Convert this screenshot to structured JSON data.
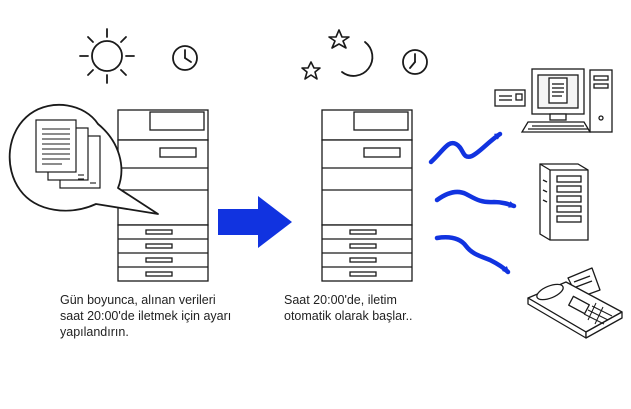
{
  "captions": {
    "left": [
      "Gün boyunca, alınan verileri",
      "saat 20:00'de iletmek için ayarı",
      "yapılandırın."
    ],
    "right": [
      "Saat 20:00'de, iletim",
      "otomatik olarak başlar.."
    ]
  },
  "colors": {
    "line": "#1a1a1a",
    "accent_blue": "#1133e0",
    "white": "#ffffff"
  },
  "icons": [
    "sun-icon",
    "clock-icon",
    "moon-icon",
    "star-icon",
    "document-stack-icon",
    "multifunction-printer-icon",
    "arrow-right-icon",
    "transmission-arrow-icon",
    "computer-icon",
    "server-icon",
    "fax-icon"
  ]
}
